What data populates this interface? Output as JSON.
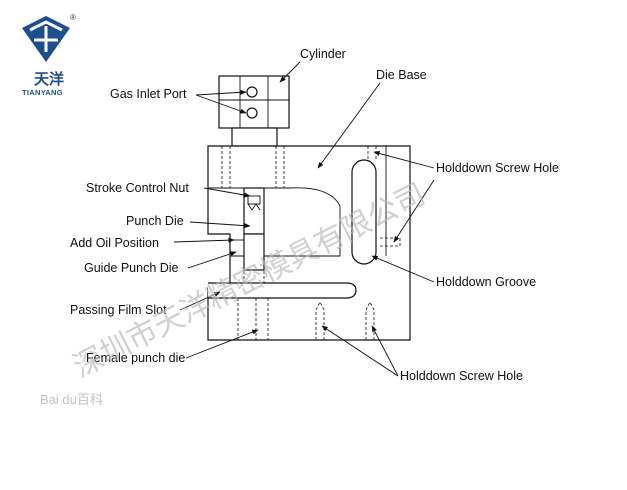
{
  "logo": {
    "brand_cn": "天洋",
    "brand_en": "TIANYANG",
    "registered": "®",
    "color": "#1b4f8f"
  },
  "watermark": {
    "company": "深圳市天洋精密模具有限公司",
    "baidu": "Bai du百科"
  },
  "labels": {
    "cylinder": "Cylinder",
    "die_base": "Die Base",
    "gas_inlet_port": "Gas Inlet Port",
    "stroke_control_nut": "Stroke Control Nut",
    "holddown_screw_hole_top": "Holddown Screw Hole",
    "punch_die": "Punch Die",
    "add_oil_position": "Add Oil Position",
    "guide_punch_die": "Guide Punch Die",
    "holddown_groove": "Holddown Groove",
    "passing_film_slot": "Passing Film Slot",
    "female_punch_die": "Female punch die",
    "holddown_screw_hole_bottom": "Holddown Screw Hole"
  }
}
